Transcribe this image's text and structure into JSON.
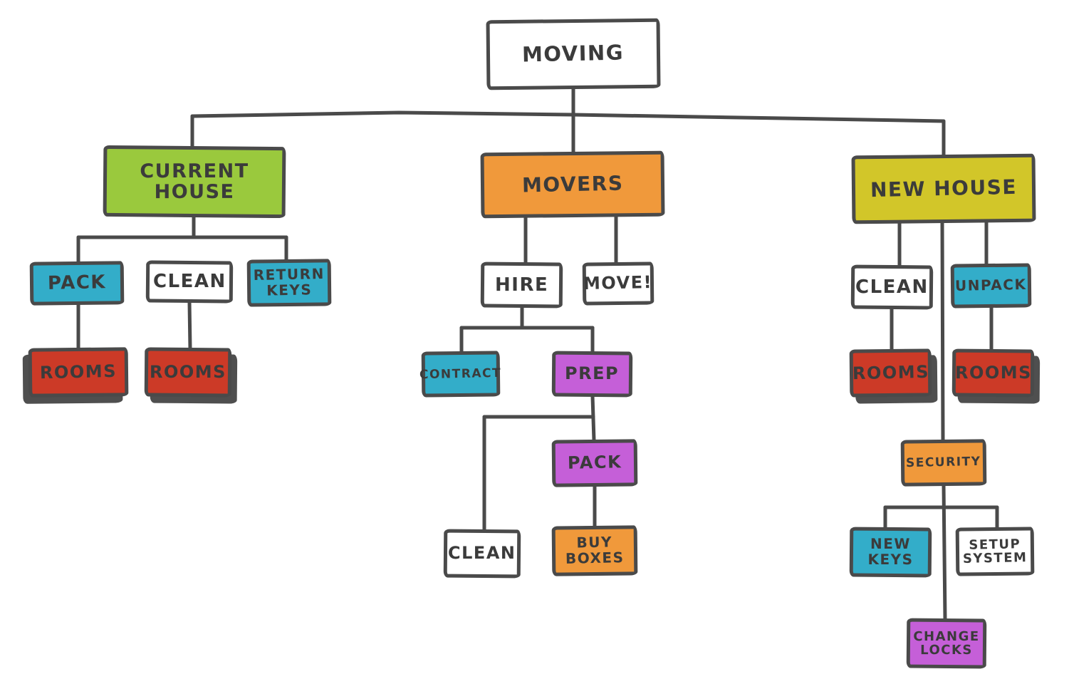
{
  "title": "Moving planning flowchart",
  "colors": {
    "green": "#9ac93d",
    "orange": "#f0993b",
    "yellow": "#d2c629",
    "blue": "#33adc9",
    "red": "#cc3a27",
    "purple": "#c55fd8",
    "white": "#ffffff",
    "line": "#4a4a4a",
    "shadow": "#4f4f4f"
  },
  "nodes": {
    "moving": {
      "label": "MOVING"
    },
    "current_house": {
      "label": "CURRENT HOUSE"
    },
    "pack_current": {
      "label": "PACK"
    },
    "clean_current": {
      "label": "CLEAN"
    },
    "return_keys": {
      "label": "RETURN KEYS"
    },
    "rooms_pack": {
      "label": "ROOMS"
    },
    "rooms_clean": {
      "label": "ROOMS"
    },
    "movers": {
      "label": "MOVERS"
    },
    "hire": {
      "label": "HIRE"
    },
    "move": {
      "label": "MOVE!"
    },
    "contract": {
      "label": "CONTRACT"
    },
    "prep": {
      "label": "PREP"
    },
    "pack_movers": {
      "label": "PACK"
    },
    "clean_movers": {
      "label": "CLEAN"
    },
    "buy_boxes": {
      "label": "BUY BOXES"
    },
    "new_house": {
      "label": "NEW HOUSE"
    },
    "clean_new": {
      "label": "CLEAN"
    },
    "unpack": {
      "label": "UNPACK"
    },
    "rooms_clean_new": {
      "label": "ROOMS"
    },
    "rooms_unpack": {
      "label": "ROOMS"
    },
    "security": {
      "label": "SECURITY"
    },
    "new_keys": {
      "label": "NEW KEYS"
    },
    "setup_system": {
      "label": "SETUP SYSTEM"
    },
    "change_locks": {
      "label": "CHANGE LOCKS"
    }
  },
  "edges": [
    [
      "moving",
      "current_house"
    ],
    [
      "moving",
      "movers"
    ],
    [
      "moving",
      "new_house"
    ],
    [
      "current_house",
      "pack_current"
    ],
    [
      "current_house",
      "clean_current"
    ],
    [
      "current_house",
      "return_keys"
    ],
    [
      "pack_current",
      "rooms_pack"
    ],
    [
      "clean_current",
      "rooms_clean"
    ],
    [
      "movers",
      "hire"
    ],
    [
      "movers",
      "move"
    ],
    [
      "hire",
      "contract"
    ],
    [
      "hire",
      "prep"
    ],
    [
      "prep",
      "pack_movers"
    ],
    [
      "prep",
      "clean_movers"
    ],
    [
      "pack_movers",
      "buy_boxes"
    ],
    [
      "new_house",
      "clean_new"
    ],
    [
      "new_house",
      "unpack"
    ],
    [
      "new_house",
      "security"
    ],
    [
      "clean_new",
      "rooms_clean_new"
    ],
    [
      "unpack",
      "rooms_unpack"
    ],
    [
      "security",
      "new_keys"
    ],
    [
      "security",
      "setup_system"
    ],
    [
      "security",
      "change_locks"
    ]
  ]
}
